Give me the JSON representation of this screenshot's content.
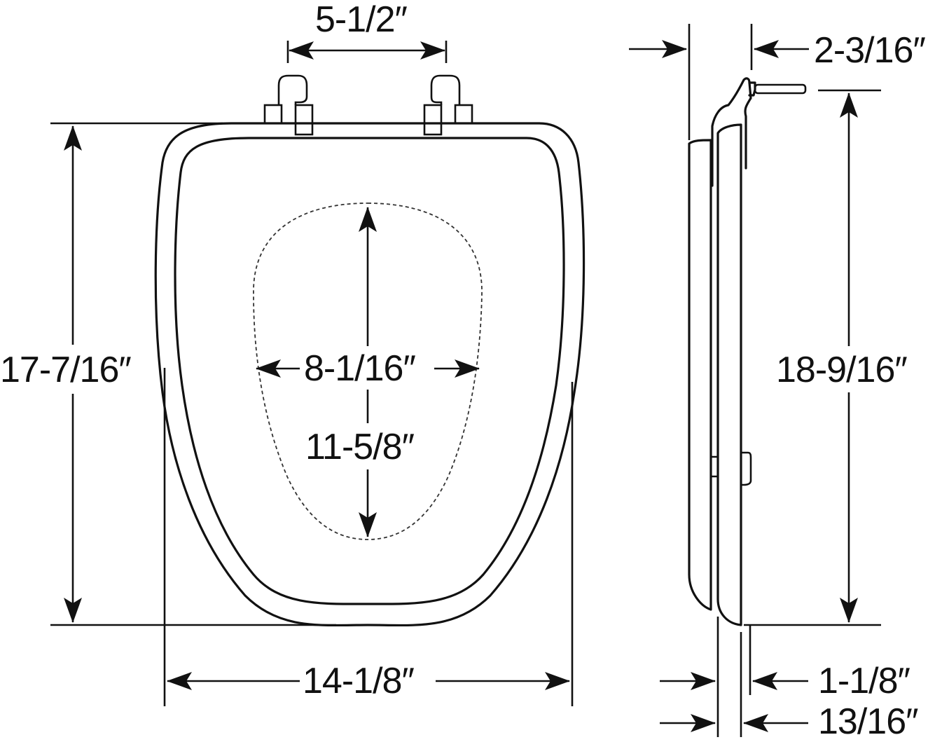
{
  "diagram": {
    "subject": "Elongated toilet seat dimensions",
    "views": [
      "front-view",
      "side-view"
    ],
    "colors": {
      "line": "#111111",
      "background": "#ffffff"
    },
    "dimensions": {
      "hinge_spacing": "5-1/2″",
      "overall_length": "17-7/16″",
      "opening_width": "8-1/16″",
      "opening_length": "11-5/8″",
      "overall_width": "14-1/8″",
      "hinge_offset": "2-3/16″",
      "hinge_to_front_length": "18-9/16″",
      "closed_height": "1-1/8″",
      "seat_thickness": "13/16″"
    }
  }
}
